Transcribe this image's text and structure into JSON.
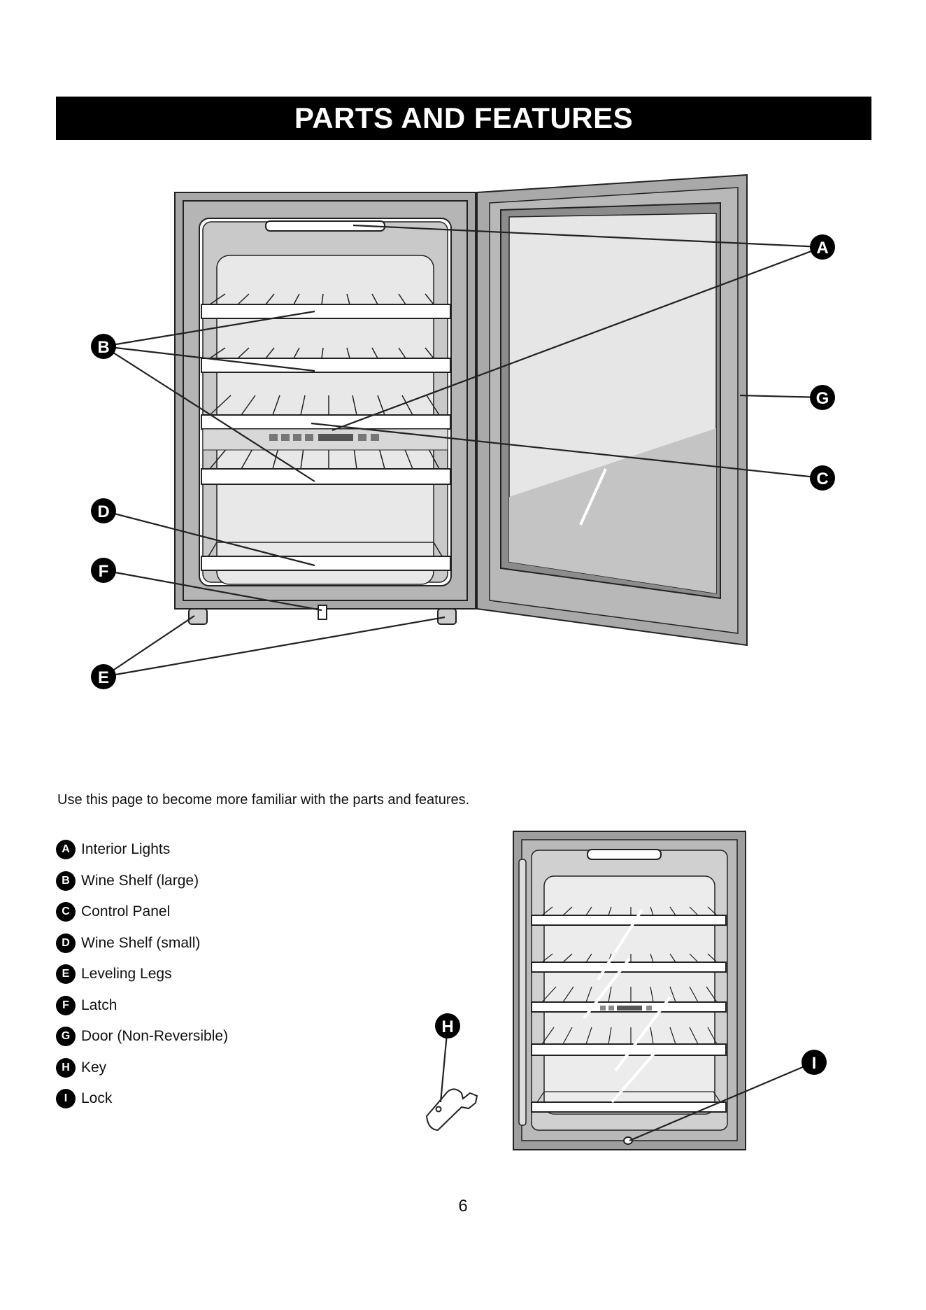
{
  "header": {
    "title": "PARTS AND FEATURES"
  },
  "intro": "Use this page to become more familiar with the parts and features.",
  "legend": [
    {
      "letter": "A",
      "label": "Interior Lights"
    },
    {
      "letter": "B",
      "label": "Wine Shelf (large)"
    },
    {
      "letter": "C",
      "label": "Control Panel"
    },
    {
      "letter": "D",
      "label": "Wine Shelf (small)"
    },
    {
      "letter": "E",
      "label": "Leveling Legs"
    },
    {
      "letter": "F",
      "label": "Latch"
    },
    {
      "letter": "G",
      "label": "Door (Non-Reversible)"
    },
    {
      "letter": "H",
      "label": "Key"
    },
    {
      "letter": "I",
      "label": "Lock"
    }
  ],
  "callouts": {
    "a": "A",
    "b": "B",
    "c": "C",
    "d": "D",
    "e": "E",
    "f": "F",
    "g": "G",
    "h": "H",
    "i": "I"
  },
  "page_number": "6"
}
